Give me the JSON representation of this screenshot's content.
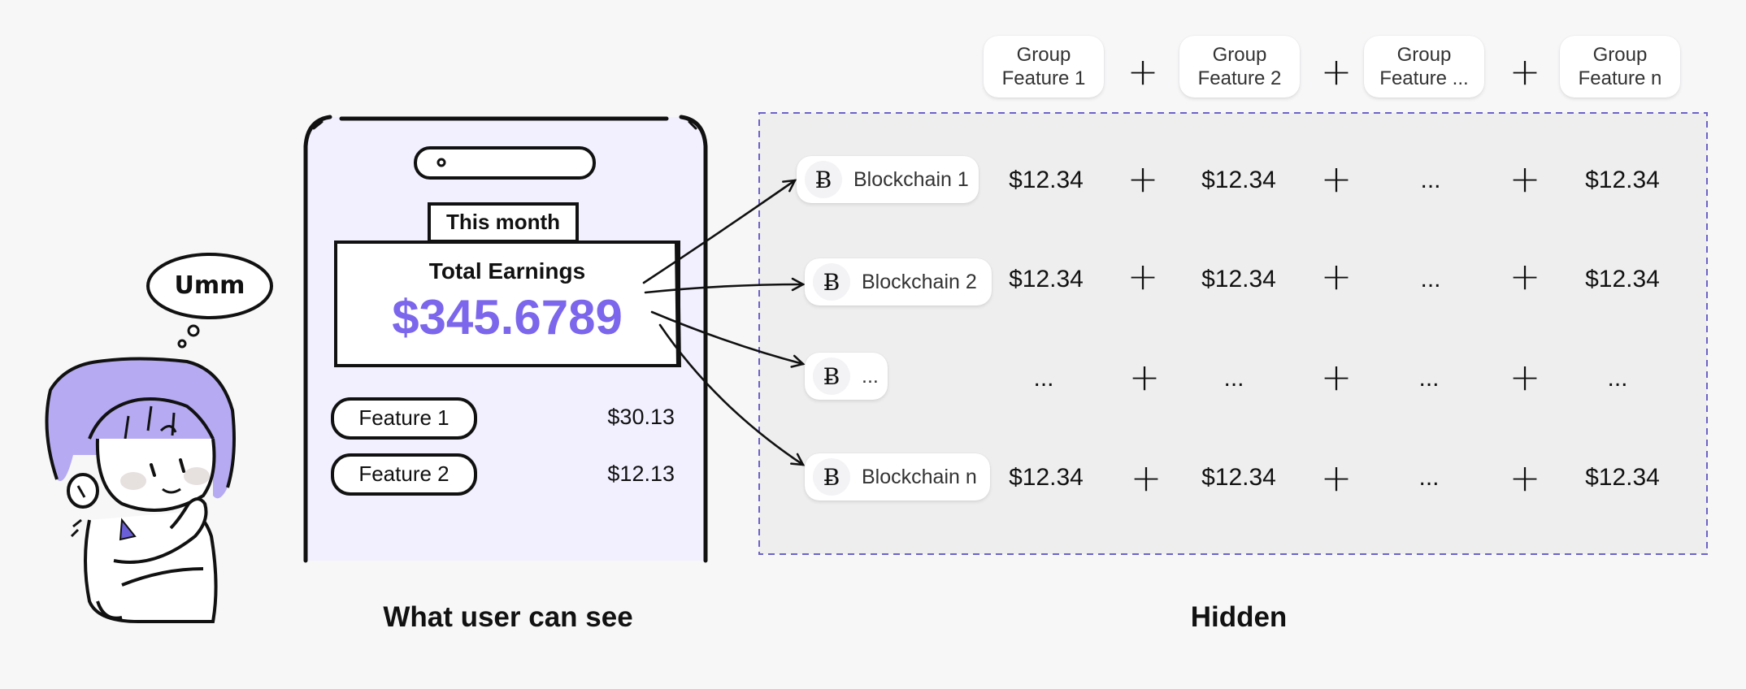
{
  "phone": {
    "tab_label": "This month",
    "card_title": "Total Earnings",
    "total_amount": "$345.6789",
    "features": [
      {
        "name": "Feature 1",
        "value": "$30.13"
      },
      {
        "name": "Feature 2",
        "value": "$12.13"
      }
    ]
  },
  "thought_bubble": "Umm",
  "captions": {
    "left": "What user can see",
    "right": "Hidden"
  },
  "group_features": [
    "Group\nFeature 1",
    "Group\nFeature 2",
    "Group\nFeature ...",
    "Group\nFeature n"
  ],
  "blockchains": [
    {
      "name": "Blockchain 1",
      "cells": [
        "$12.34",
        "$12.34",
        "...",
        "$12.34"
      ]
    },
    {
      "name": "Blockchain 2",
      "cells": [
        "$12.34",
        "$12.34",
        "...",
        "$12.34"
      ]
    },
    {
      "name": "...",
      "cells": [
        "...",
        "...",
        "...",
        "..."
      ]
    },
    {
      "name": "Blockchain n",
      "cells": [
        "$12.34",
        "$12.34",
        "...",
        "$12.34"
      ]
    }
  ],
  "coin_symbol": "Ƀ",
  "plus_symbol": "+",
  "colors": {
    "accent": "#7b66ec",
    "phone_bg": "#f2f0ff",
    "hidden_bg": "#eeeeef",
    "dashed_border": "#6b63c8",
    "hair": "#b6aaf2"
  }
}
